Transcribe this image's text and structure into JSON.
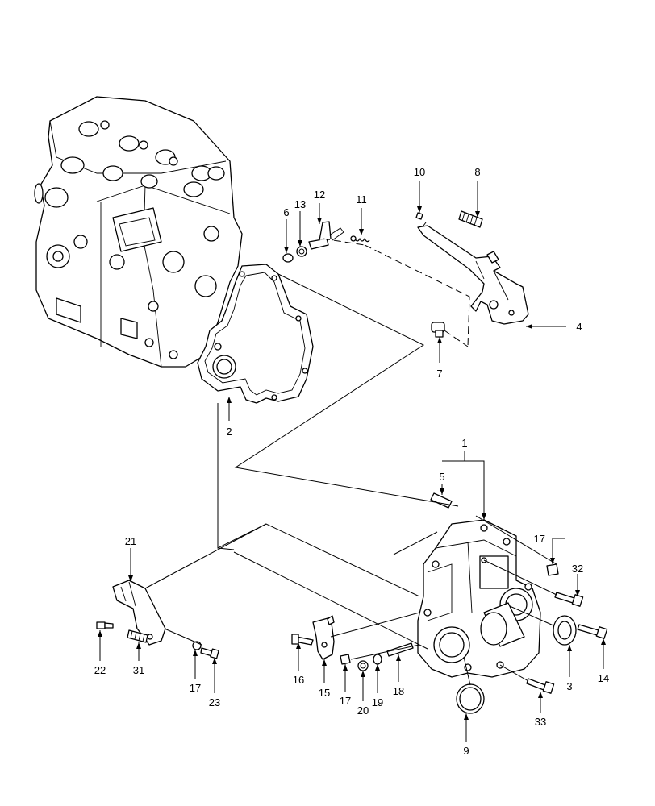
{
  "callouts": {
    "c1": "1",
    "c2": "2",
    "c3": "3",
    "c4": "4",
    "c5": "5",
    "c6": "6",
    "c7": "7",
    "c8": "8",
    "c9": "9",
    "c10": "10",
    "c11": "11",
    "c12": "12",
    "c13": "13",
    "c14": "14",
    "c15": "15",
    "c16": "16",
    "c17a": "17",
    "c17b": "17",
    "c17c": "17",
    "c18": "18",
    "c19": "19",
    "c20": "20",
    "c21": "21",
    "c22": "22",
    "c23": "23",
    "c31": "31",
    "c32": "32",
    "c33": "33"
  }
}
